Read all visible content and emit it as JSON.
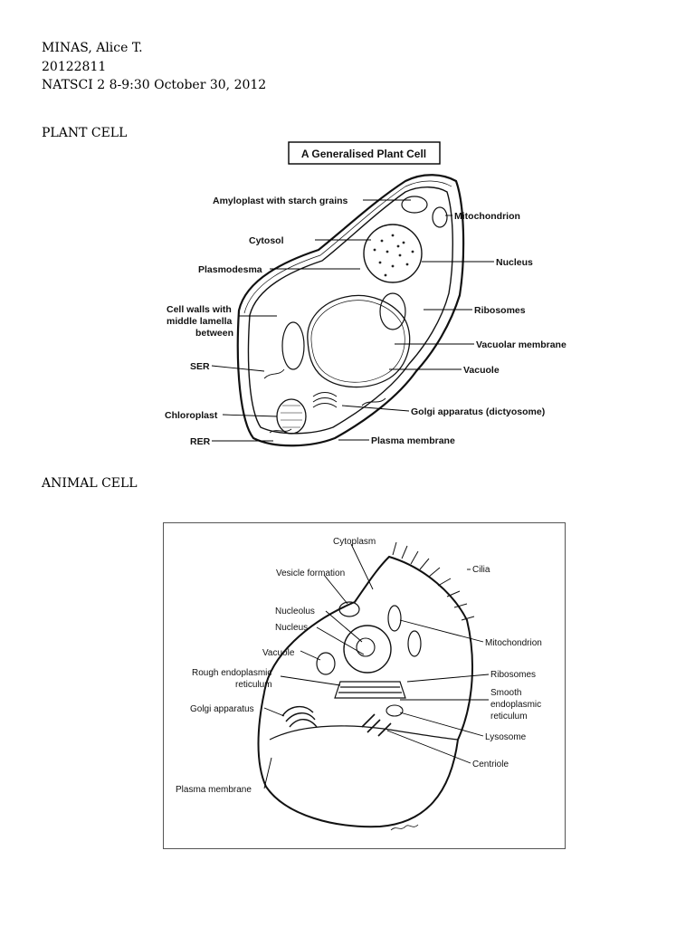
{
  "header": {
    "name": "MINAS, Alice T.",
    "student_id": "20122811",
    "course_line": "NATSCI 2 8-9:30 October 30, 2012"
  },
  "sections": {
    "plant_heading": "PLANT CELL",
    "animal_heading": "ANIMAL CELL"
  },
  "plant_figure": {
    "title": "A Generalised Plant Cell",
    "labels": {
      "amyloplast": "Amyloplast with starch grains",
      "cytosol": "Cytosol",
      "plasmodesma": "Plasmodesma",
      "cell_walls_1": "Cell walls with",
      "cell_walls_2": "middle lamella",
      "cell_walls_3": "between",
      "ser": "SER",
      "chloroplast": "Chloroplast",
      "rer": "RER",
      "mitochondrion": "Mitochondrion",
      "nucleus": "Nucleus",
      "ribosomes": "Ribosomes",
      "vacuolar_membrane": "Vacuolar membrane",
      "vacuole": "Vacuole",
      "golgi": "Golgi apparatus (dictyosome)",
      "plasma_membrane": "Plasma membrane"
    }
  },
  "animal_figure": {
    "labels": {
      "cytoplasm": "Cytoplasm",
      "cilia": "Cilia",
      "vesicle_formation": "Vesicle formation",
      "nucleolus": "Nucleolus",
      "nucleus": "Nucleus",
      "vacuole": "Vacuole",
      "rough_er_1": "Rough endoplasmic",
      "rough_er_2": "reticulum",
      "golgi": "Golgi apparatus",
      "plasma_membrane": "Plasma membrane",
      "mitochondrion": "Mitochondrion",
      "ribosomes": "Ribosomes",
      "smooth_er_1": "Smooth",
      "smooth_er_2": "endoplasmic",
      "smooth_er_3": "reticulum",
      "lysosome": "Lysosome",
      "centriole": "Centriole"
    }
  }
}
